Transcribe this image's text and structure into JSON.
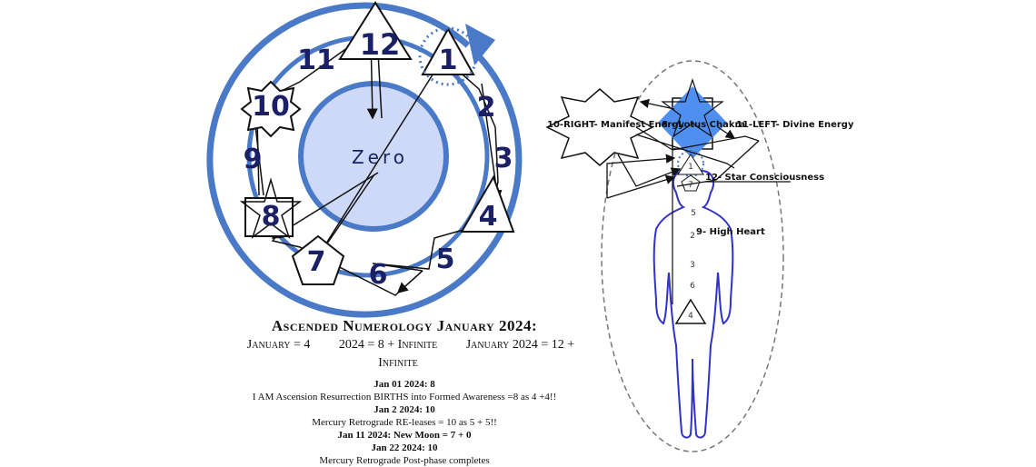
{
  "wheel": {
    "center_label": "Zero",
    "numbers": [
      "1",
      "2",
      "3",
      "4",
      "5",
      "6",
      "7",
      "8",
      "9",
      "10",
      "11",
      "12"
    ]
  },
  "body_figure": {
    "labels": {
      "manifest": "10-RIGHT- Manifest Energy",
      "lotus": "8 - Lotus Chakra",
      "divine": "11-LEFT- Divine Energy",
      "star": "12- Star Consciousness",
      "heart": "9- High Heart"
    },
    "chakras": [
      "1",
      "7",
      "5",
      "2",
      "3",
      "6",
      "4"
    ]
  },
  "notes": {
    "title": "Ascended Numerology January 2024:",
    "formulas": [
      "January = 4",
      "2024 = 8 + Infinite",
      "January 2024 = 12 + Infinite"
    ],
    "entries": [
      {
        "date": "Jan 01 2024: 8",
        "desc": "I AM Ascension Resurrection BIRTHS into Formed Awareness =8 as 4 +4!!"
      },
      {
        "date": "Jan 2 2024: 10",
        "desc": "Mercury Retrograde RE-leases = 10 as 5 + 5!!"
      },
      {
        "date": "Jan 11 2024: New Moon  = 7 + 0",
        "desc": ""
      },
      {
        "date": "Jan 22 2024: 10",
        "desc": "Mercury Retrograde Post-phase completes"
      }
    ]
  },
  "colors": {
    "ring": "#4a79c8",
    "inner_fill": "#cdd9f7",
    "navy": "#1b1f66",
    "body_outline": "#3232c8",
    "diamond": "#4f8ff0",
    "aura": "#777777"
  }
}
